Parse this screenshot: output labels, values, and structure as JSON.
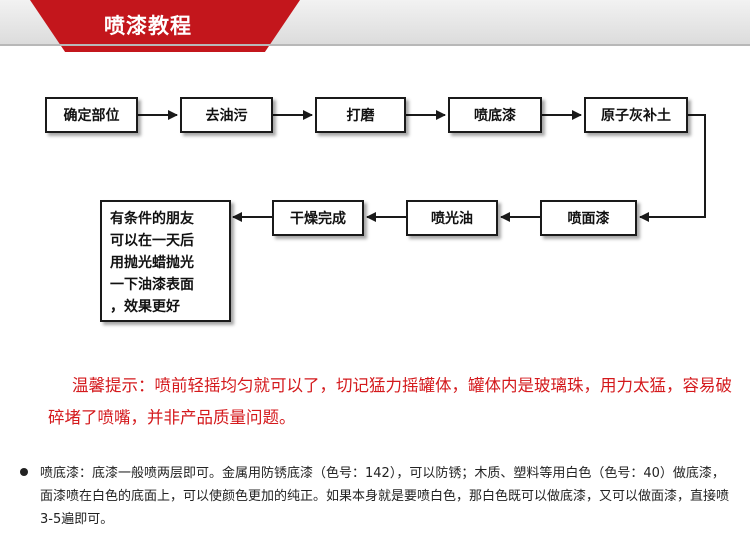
{
  "header": {
    "title": "喷漆教程"
  },
  "flow": {
    "row1": [
      "确定部位",
      "去油污",
      "打磨",
      "喷底漆",
      "原子灰补土"
    ],
    "row2": [
      "喷面漆",
      "喷光油",
      "干燥完成"
    ],
    "note": [
      "有条件的朋友",
      "可以在一天后",
      "用抛光蜡抛光",
      "一下油漆表面",
      "，效果更好"
    ]
  },
  "tip": "温馨提示：喷前轻摇均匀就可以了，切记猛力摇罐体，罐体内是玻璃珠，用力太猛，容易破碎堵了喷嘴，并非产品质量问题。",
  "description": "喷底漆：底漆一般喷两层即可。金属用防锈底漆（色号：142），可以防锈；木质、塑料等用白色（色号：40）做底漆，面漆喷在白色的底面上，可以使颜色更加的纯正。如果本身就是要喷白色，那白色既可以做底漆，又可以做面漆，直接喷3-5遍即可。"
}
